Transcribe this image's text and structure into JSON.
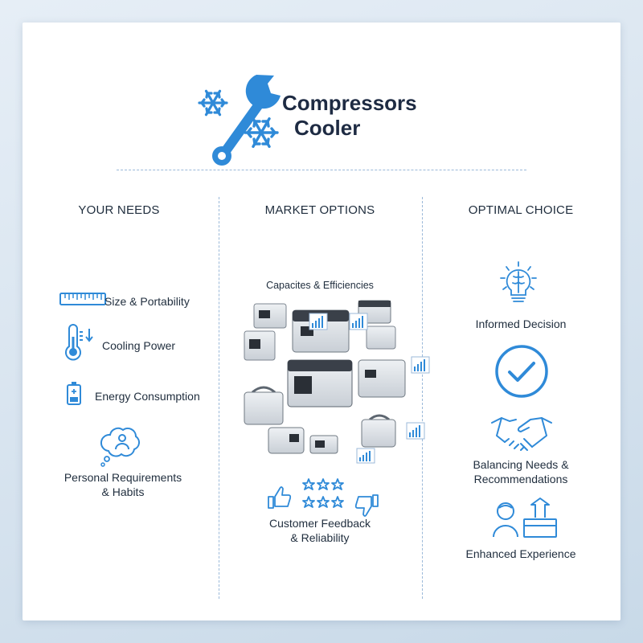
{
  "brand": {
    "title_line1": "Compressors",
    "title_line2": "Cooler"
  },
  "columns": [
    {
      "title": "YOUR NEEDS"
    },
    {
      "title": "MARKET OPTIONS"
    },
    {
      "title": "OPTIMAL CHOICE"
    }
  ],
  "needs": {
    "size": "Size & Portability",
    "cooling": "Cooling Power",
    "energy": "Energy Consumption",
    "personal_1": "Personal Requirements",
    "personal_2": "& Habits"
  },
  "market": {
    "caption": "Capacites & Efficiencies",
    "feedback_1": "Customer Feedback",
    "feedback_2": "& Reliability"
  },
  "choice": {
    "informed": "Informed Decision",
    "balancing_1": "Balancing Needs &",
    "balancing_2": "Recommendations",
    "enhanced": "Enhanced Experience"
  },
  "colors": {
    "accent": "#2f8ad8",
    "text": "#1f2d3d",
    "divider": "#9bb9d9"
  }
}
